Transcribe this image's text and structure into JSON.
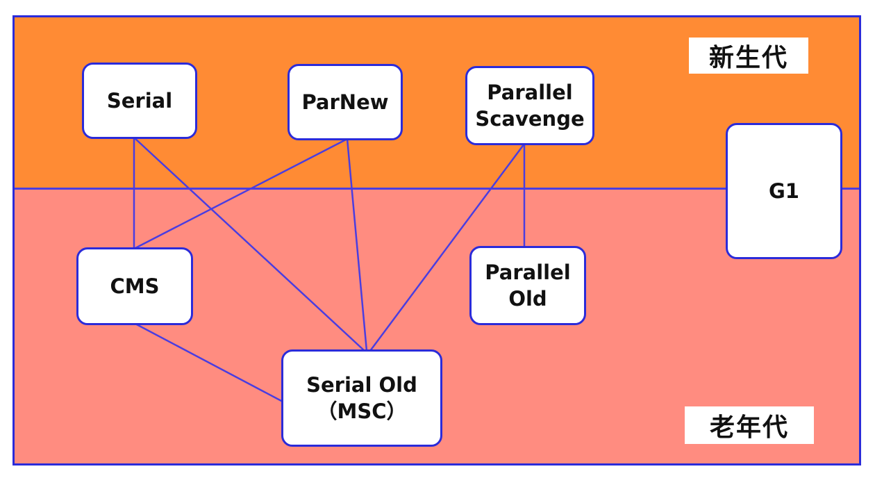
{
  "regions": {
    "young_label": "新生代",
    "old_label": "老年代"
  },
  "collectors": {
    "serial": "Serial",
    "parnew": "ParNew",
    "parallel_scavenge": "Parallel\nScavenge",
    "g1": "G1",
    "cms": "CMS",
    "parallel_old": "Parallel\nOld",
    "serial_old": "Serial Old\n（MSC）"
  },
  "connections": [
    [
      "serial",
      "cms"
    ],
    [
      "serial",
      "serial_old"
    ],
    [
      "parnew",
      "cms"
    ],
    [
      "parnew",
      "serial_old"
    ],
    [
      "parallel_scavenge",
      "serial_old"
    ],
    [
      "parallel_scavenge",
      "parallel_old"
    ],
    [
      "cms",
      "serial_old"
    ]
  ],
  "colors": {
    "young_region": "#ff8b34",
    "old_region": "#ff8c80",
    "line": "#4a3de0",
    "border": "#2b2bd9"
  }
}
